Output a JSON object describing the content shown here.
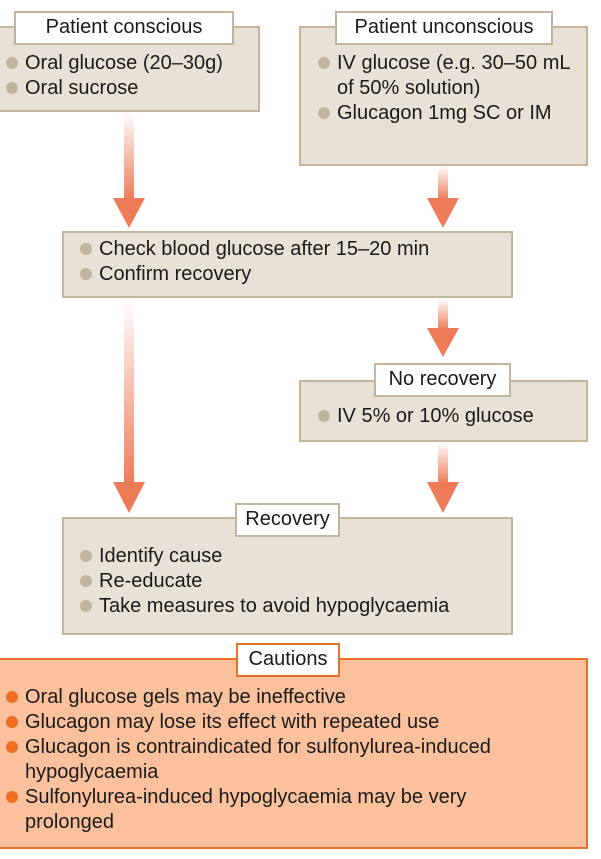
{
  "colors": {
    "box_fill": "#e8e1d6",
    "box_border": "#c2b59d",
    "arrow": "#ee7b58",
    "caution_fill": "#fbc19c",
    "caution_border": "#e8712c",
    "caution_bullet": "#ee6d25"
  },
  "conscious": {
    "title": "Patient conscious",
    "items": [
      "Oral glucose (20–30g)",
      "Oral  sucrose"
    ]
  },
  "unconscious": {
    "title": "Patient unconscious",
    "items": [
      "IV glucose (e.g. 30–50 mL of 50% solution)",
      "Glucagon 1mg SC or IM"
    ]
  },
  "check": {
    "items": [
      "Check blood glucose after 15–20 min",
      "Confirm recovery"
    ]
  },
  "no_recovery": {
    "title": "No recovery",
    "items": [
      "IV 5% or 10% glucose"
    ]
  },
  "recovery": {
    "title": "Recovery",
    "items": [
      "Identify cause",
      "Re-educate",
      "Take measures to avoid hypoglycaemia"
    ]
  },
  "cautions": {
    "title": "Cautions",
    "items": [
      "Oral glucose gels may be ineffective",
      "Glucagon may lose its effect with repeated use",
      "Glucagon is contraindicated for sulfonylurea-induced hypoglycaemia",
      "Sulfonylurea-induced hypoglycaemia may be very prolonged"
    ]
  }
}
